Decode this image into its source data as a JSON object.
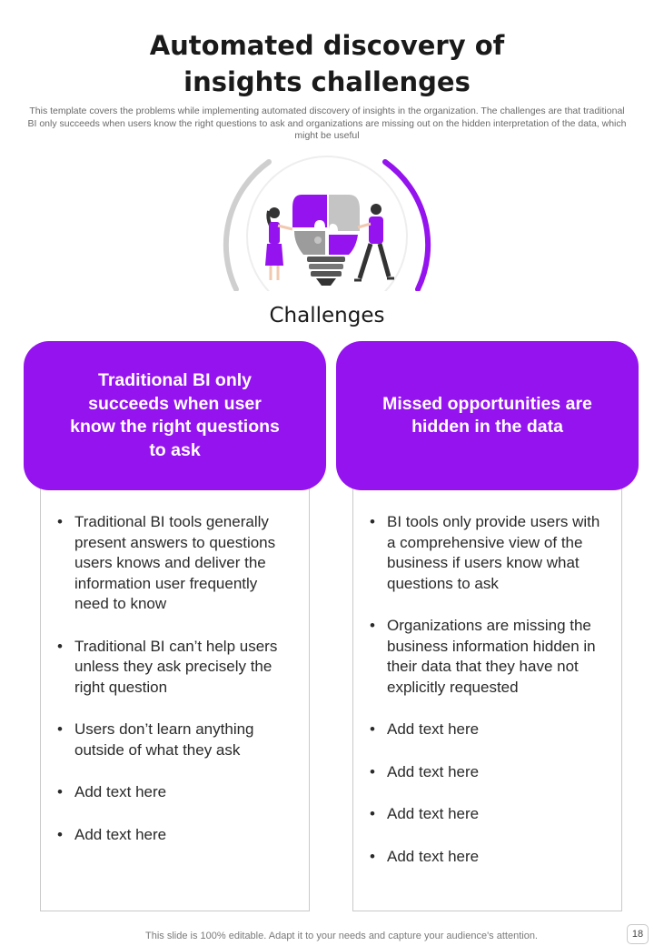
{
  "page": {
    "title_line1": "Automated discovery of",
    "title_line2": "insights challenges",
    "subtitle": "This template covers the problems while implementing automated discovery of insights in the organization. The challenges are that traditional BI only succeeds when users know the right questions to ask and organizations are missing out on the hidden interpretation of the data, which might be useful",
    "section_heading": "Challenges",
    "footer": "This slide is 100% editable. Adapt it to your needs and capture your audience's attention.",
    "page_number": "18"
  },
  "columns": [
    {
      "heading": "Traditional BI only succeeds when user know the right questions to ask",
      "bullets": [
        "Traditional BI tools generally present answers to questions users knows and deliver the information user frequently need to know",
        "Traditional BI can’t help users unless they ask precisely the right question",
        "Users don’t learn anything outside of what they ask",
        "Add text here",
        "Add text here"
      ]
    },
    {
      "heading": "Missed opportunities are hidden in the data",
      "bullets": [
        "BI tools only provide users with a comprehensive view of the business if users know what questions to ask",
        "Organizations are missing the business information hidden in their data that they have not explicitly requested",
        "Add text here",
        "Add text here",
        "Add text here",
        "Add text here"
      ]
    }
  ],
  "colors": {
    "accent": "#9413ee",
    "puzzle_gray": "#c4c4c4",
    "arc_gray": "#cfcfcf"
  },
  "illustration": {
    "icons": [
      "lightbulb-puzzle-icon",
      "woman-figure-icon",
      "man-figure-icon"
    ]
  }
}
